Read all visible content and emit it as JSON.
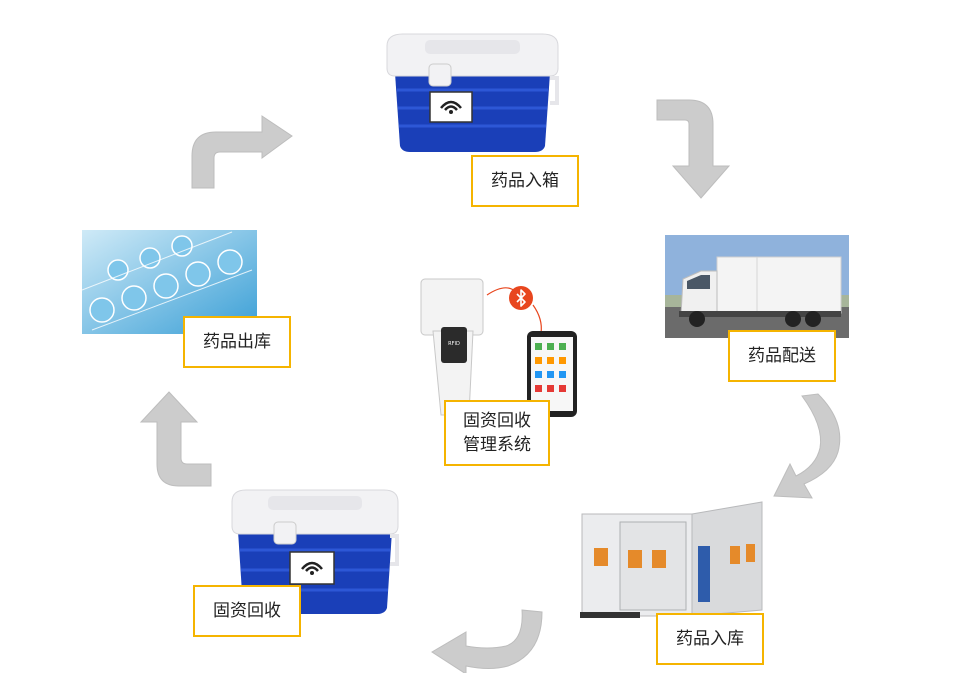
{
  "labels": {
    "box_in": "药品入箱",
    "delivery": "药品配送",
    "warehouse_in": "药品入库",
    "recovery": "固资回收",
    "warehouse_out": "药品出库",
    "center_line1": "固资回收",
    "center_line2": "管理系统"
  },
  "icons": {
    "rfid_tag_text": "RFID",
    "scanner_text": "RFID",
    "bluetooth": "bluetooth-icon"
  },
  "colors": {
    "box_blue": "#1a3fb8",
    "lid_white": "#f2f2f4",
    "label_border": "#f5b400",
    "arrow_gray": "#c9c9c9",
    "bluetooth_red": "#e8461e"
  }
}
